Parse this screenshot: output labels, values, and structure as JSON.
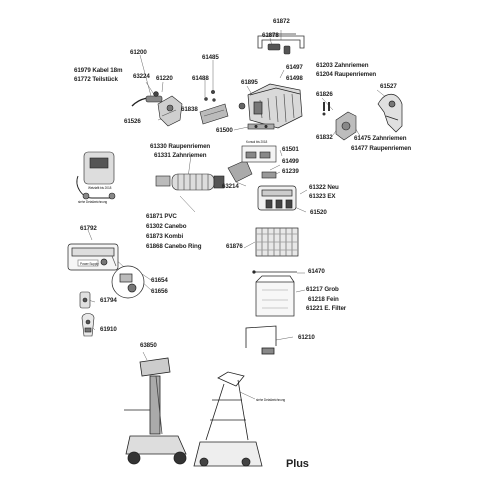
{
  "parts": {
    "p61872": "61872",
    "p61878": "61878",
    "p61497": "61497",
    "p61498": "61498",
    "p61485": "61485",
    "p61488": "61488",
    "p61200": "61200",
    "p61979": "61979 Kabel 18m",
    "p61772": "61772 Teilstück",
    "p63224": "63224",
    "p61220": "61220",
    "p61895": "61895",
    "p61203": "61203 Zahnriemen",
    "p61204": "61204 Raupenriemen",
    "p61527": "61527",
    "p61826": "61826",
    "p61838": "61838",
    "p61526": "61526",
    "p61500": "61500",
    "p61832": "61832",
    "p61475": "61475 Zahnriemen",
    "p61477": "61477 Raupenriemen",
    "p61330": "61330 Raupenriemen",
    "p61331": "61331 Zahnriemen",
    "p61501": "61501",
    "p61499": "61499",
    "p61239": "61239",
    "p63214": "63214",
    "p61322": "61322 Neu",
    "p61323": "61323 EX",
    "p61520": "61520",
    "p61871": "61871 PVC",
    "p61302": "61302 Canebo",
    "p61873": "61873 Kombi",
    "p61868": "61868 Canebo Ring",
    "p61876": "61876",
    "p61792": "61792",
    "p61470": "61470",
    "p61654": "61654",
    "p61656": "61656",
    "p61217": "61217 Grob",
    "p61218": "61218 Fein",
    "p61221": "61221 E. Filter",
    "p61794": "61794",
    "p61910": "61910",
    "p61210": "61210",
    "p63850": "63850",
    "notes": {
      "konsole": "Konsol bis 2018",
      "caddy_note_1": "Wetzlafit bis 2018",
      "caddy_note_2": "siehe Detailzeichnung",
      "power_supply_label": "Power Supply",
      "caddy_note_3": "siehe Detailzeichnung"
    },
    "model": "Plus"
  }
}
